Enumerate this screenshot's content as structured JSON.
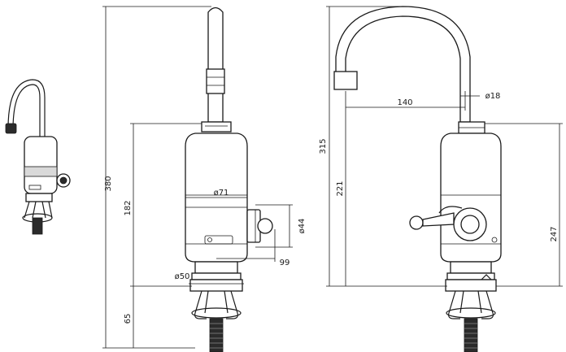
{
  "dimensions": {
    "total_height": "380",
    "body_height": "182",
    "base_height": "65",
    "body_diameter": "ø71",
    "handle_diameter": "ø44",
    "handle_reach": "99",
    "base_diameter": "ø50",
    "spout_height": "315",
    "outlet_height": "221",
    "spout_reach": "140",
    "spout_diameter": "ø18",
    "side_height": "247"
  }
}
